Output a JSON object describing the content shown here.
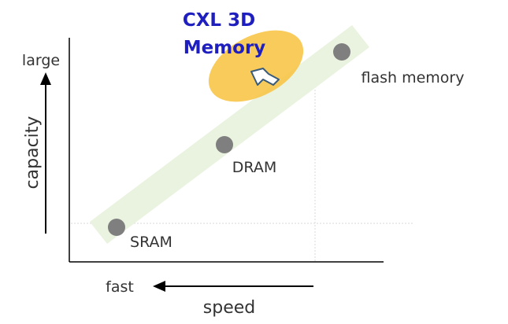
{
  "diagram": {
    "y_axis_label": "capacity",
    "y_axis_end_label": "large",
    "x_axis_label": "speed",
    "x_axis_end_label": "fast",
    "nodes": [
      {
        "id": "sram",
        "label": "SRAM"
      },
      {
        "id": "dram",
        "label": "DRAM"
      },
      {
        "id": "flash",
        "label": "flash memory"
      }
    ],
    "highlight": {
      "line1": "CXL 3D",
      "line2": "Memory"
    }
  },
  "colors": {
    "band": "#e9f3df",
    "node": "#7f7f7f",
    "highlight_ellipse": "#f8c549",
    "highlight_text": "#1f1fbf",
    "arrow_outline": "#3b5b7a",
    "axis": "#000000",
    "guide": "#d9d9d9"
  }
}
